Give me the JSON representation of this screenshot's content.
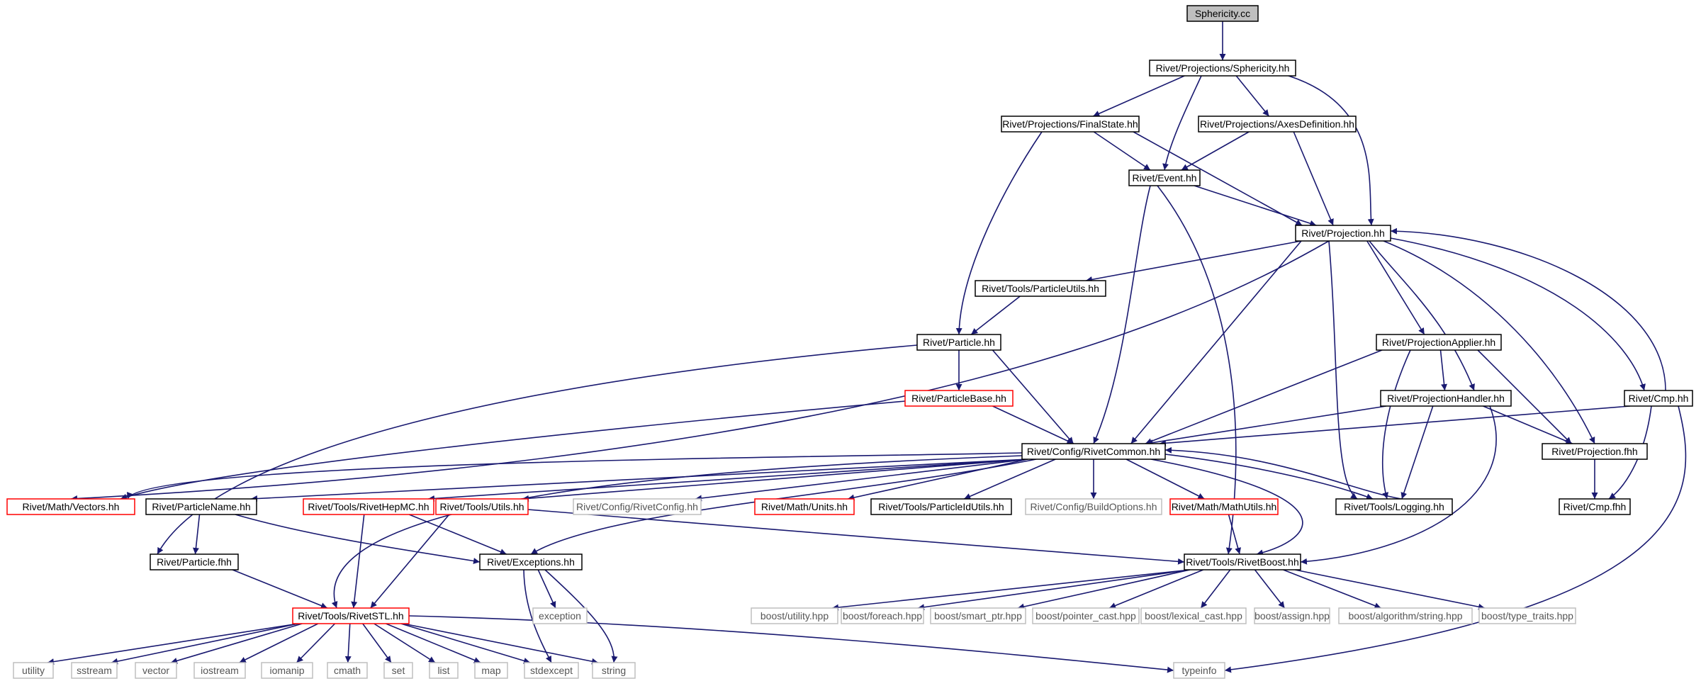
{
  "diagram": {
    "colors": {
      "edge": "#191970",
      "current_fill": "#bfbfbf",
      "normal_border": "#000000",
      "truncated_border": "#ff0000",
      "external_border": "#bfbfbf",
      "external_text": "#555555"
    },
    "nodes": [
      {
        "id": "sphericity_cc",
        "label": "Sphericity.cc",
        "kind": "current"
      },
      {
        "id": "proj_sphericity",
        "label": "Rivet/Projections/Sphericity.hh",
        "kind": "normal"
      },
      {
        "id": "proj_finalstate",
        "label": "Rivet/Projections/FinalState.hh",
        "kind": "normal"
      },
      {
        "id": "proj_axesdef",
        "label": "Rivet/Projections/AxesDefinition.hh",
        "kind": "normal"
      },
      {
        "id": "event",
        "label": "Rivet/Event.hh",
        "kind": "normal"
      },
      {
        "id": "projection",
        "label": "Rivet/Projection.hh",
        "kind": "normal"
      },
      {
        "id": "particleutils",
        "label": "Rivet/Tools/ParticleUtils.hh",
        "kind": "normal"
      },
      {
        "id": "particle",
        "label": "Rivet/Particle.hh",
        "kind": "normal"
      },
      {
        "id": "projapplier",
        "label": "Rivet/ProjectionApplier.hh",
        "kind": "normal"
      },
      {
        "id": "particlebase",
        "label": "Rivet/ParticleBase.hh",
        "kind": "truncated"
      },
      {
        "id": "projhandler",
        "label": "Rivet/ProjectionHandler.hh",
        "kind": "normal"
      },
      {
        "id": "cmp",
        "label": "Rivet/Cmp.hh",
        "kind": "normal"
      },
      {
        "id": "rivetcommon",
        "label": "Rivet/Config/RivetCommon.hh",
        "kind": "normal"
      },
      {
        "id": "projfhh",
        "label": "Rivet/Projection.fhh",
        "kind": "normal"
      },
      {
        "id": "vectors",
        "label": "Rivet/Math/Vectors.hh",
        "kind": "truncated"
      },
      {
        "id": "particlename",
        "label": "Rivet/ParticleName.hh",
        "kind": "normal"
      },
      {
        "id": "rivethepmc",
        "label": "Rivet/Tools/RivetHepMC.hh",
        "kind": "truncated"
      },
      {
        "id": "utils",
        "label": "Rivet/Tools/Utils.hh",
        "kind": "truncated"
      },
      {
        "id": "rivetconfig",
        "label": "Rivet/Config/RivetConfig.hh",
        "kind": "external"
      },
      {
        "id": "units",
        "label": "Rivet/Math/Units.hh",
        "kind": "truncated"
      },
      {
        "id": "particleidutils",
        "label": "Rivet/Tools/ParticleIdUtils.hh",
        "kind": "normal"
      },
      {
        "id": "buildoptions",
        "label": "Rivet/Config/BuildOptions.hh",
        "kind": "external"
      },
      {
        "id": "mathutils",
        "label": "Rivet/Math/MathUtils.hh",
        "kind": "truncated"
      },
      {
        "id": "logging",
        "label": "Rivet/Tools/Logging.hh",
        "kind": "normal"
      },
      {
        "id": "cmpfhh",
        "label": "Rivet/Cmp.fhh",
        "kind": "normal"
      },
      {
        "id": "particlefhh",
        "label": "Rivet/Particle.fhh",
        "kind": "normal"
      },
      {
        "id": "exceptions",
        "label": "Rivet/Exceptions.hh",
        "kind": "normal"
      },
      {
        "id": "rivetboost",
        "label": "Rivet/Tools/RivetBoost.hh",
        "kind": "normal"
      },
      {
        "id": "rivetstl",
        "label": "Rivet/Tools/RivetSTL.hh",
        "kind": "truncated"
      },
      {
        "id": "exception",
        "label": "exception",
        "kind": "external"
      },
      {
        "id": "boost_utility",
        "label": "boost/utility.hpp",
        "kind": "external"
      },
      {
        "id": "boost_foreach",
        "label": "boost/foreach.hpp",
        "kind": "external"
      },
      {
        "id": "boost_smartptr",
        "label": "boost/smart_ptr.hpp",
        "kind": "external"
      },
      {
        "id": "boost_pointercast",
        "label": "boost/pointer_cast.hpp",
        "kind": "external"
      },
      {
        "id": "boost_lexicalcast",
        "label": "boost/lexical_cast.hpp",
        "kind": "external"
      },
      {
        "id": "boost_assign",
        "label": "boost/assign.hpp",
        "kind": "external"
      },
      {
        "id": "boost_algostring",
        "label": "boost/algorithm/string.hpp",
        "kind": "external"
      },
      {
        "id": "boost_typetraits",
        "label": "boost/type_traits.hpp",
        "kind": "external"
      },
      {
        "id": "std_utility",
        "label": "utility",
        "kind": "external"
      },
      {
        "id": "std_sstream",
        "label": "sstream",
        "kind": "external"
      },
      {
        "id": "std_vector",
        "label": "vector",
        "kind": "external"
      },
      {
        "id": "std_iostream",
        "label": "iostream",
        "kind": "external"
      },
      {
        "id": "std_iomanip",
        "label": "iomanip",
        "kind": "external"
      },
      {
        "id": "std_cmath",
        "label": "cmath",
        "kind": "external"
      },
      {
        "id": "std_set",
        "label": "set",
        "kind": "external"
      },
      {
        "id": "std_list",
        "label": "list",
        "kind": "external"
      },
      {
        "id": "std_map",
        "label": "map",
        "kind": "external"
      },
      {
        "id": "std_stdexcept",
        "label": "stdexcept",
        "kind": "external"
      },
      {
        "id": "std_string",
        "label": "string",
        "kind": "external"
      },
      {
        "id": "std_typeinfo",
        "label": "typeinfo",
        "kind": "external"
      }
    ],
    "edges": [
      [
        "sphericity_cc",
        "proj_sphericity"
      ],
      [
        "proj_sphericity",
        "proj_finalstate"
      ],
      [
        "proj_sphericity",
        "event"
      ],
      [
        "proj_sphericity",
        "proj_axesdef"
      ],
      [
        "proj_sphericity",
        "projection"
      ],
      [
        "proj_finalstate",
        "event"
      ],
      [
        "proj_finalstate",
        "projection"
      ],
      [
        "proj_finalstate",
        "particle"
      ],
      [
        "proj_axesdef",
        "event"
      ],
      [
        "proj_axesdef",
        "projection"
      ],
      [
        "event",
        "projection"
      ],
      [
        "event",
        "rivetcommon"
      ],
      [
        "event",
        "rivetboost"
      ],
      [
        "projection",
        "particleutils"
      ],
      [
        "projection",
        "projapplier"
      ],
      [
        "projection",
        "projhandler"
      ],
      [
        "projection",
        "projfhh"
      ],
      [
        "projection",
        "cmp"
      ],
      [
        "projection",
        "rivetcommon"
      ],
      [
        "projection",
        "logging"
      ],
      [
        "projection",
        "vectors"
      ],
      [
        "particleutils",
        "particle"
      ],
      [
        "particle",
        "particlebase"
      ],
      [
        "particle",
        "rivetcommon"
      ],
      [
        "particle",
        "particlefhh"
      ],
      [
        "particlebase",
        "rivetcommon"
      ],
      [
        "particlebase",
        "vectors"
      ],
      [
        "projapplier",
        "rivetcommon"
      ],
      [
        "projapplier",
        "projhandler"
      ],
      [
        "projapplier",
        "projfhh"
      ],
      [
        "projapplier",
        "logging"
      ],
      [
        "projhandler",
        "rivetcommon"
      ],
      [
        "projhandler",
        "projfhh"
      ],
      [
        "projhandler",
        "logging"
      ],
      [
        "projhandler",
        "rivetboost"
      ],
      [
        "cmp",
        "projection"
      ],
      [
        "cmp",
        "rivetcommon"
      ],
      [
        "cmp",
        "cmpfhh"
      ],
      [
        "cmp",
        "std_typeinfo"
      ],
      [
        "projfhh",
        "cmpfhh"
      ],
      [
        "rivetcommon",
        "vectors"
      ],
      [
        "rivetcommon",
        "particlename"
      ],
      [
        "rivetcommon",
        "rivethepmc"
      ],
      [
        "rivetcommon",
        "utils"
      ],
      [
        "rivetcommon",
        "rivetconfig"
      ],
      [
        "rivetcommon",
        "units"
      ],
      [
        "rivetcommon",
        "particleidutils"
      ],
      [
        "rivetcommon",
        "buildoptions"
      ],
      [
        "rivetcommon",
        "mathutils"
      ],
      [
        "rivetcommon",
        "logging"
      ],
      [
        "rivetcommon",
        "rivetboost"
      ],
      [
        "rivetcommon",
        "exceptions"
      ],
      [
        "rivetcommon",
        "rivetstl"
      ],
      [
        "logging",
        "rivetcommon"
      ],
      [
        "particlename",
        "particlefhh"
      ],
      [
        "particlename",
        "exceptions"
      ],
      [
        "rivethepmc",
        "rivetstl"
      ],
      [
        "rivethepmc",
        "exceptions"
      ],
      [
        "utils",
        "rivetstl"
      ],
      [
        "utils",
        "rivetboost"
      ],
      [
        "mathutils",
        "rivetboost"
      ],
      [
        "particlefhh",
        "rivetstl"
      ],
      [
        "exceptions",
        "exception"
      ],
      [
        "exceptions",
        "std_stdexcept"
      ],
      [
        "exceptions",
        "std_string"
      ],
      [
        "rivetboost",
        "boost_utility"
      ],
      [
        "rivetboost",
        "boost_foreach"
      ],
      [
        "rivetboost",
        "boost_smartptr"
      ],
      [
        "rivetboost",
        "boost_pointercast"
      ],
      [
        "rivetboost",
        "boost_lexicalcast"
      ],
      [
        "rivetboost",
        "boost_assign"
      ],
      [
        "rivetboost",
        "boost_algostring"
      ],
      [
        "rivetboost",
        "boost_typetraits"
      ],
      [
        "rivetstl",
        "std_utility"
      ],
      [
        "rivetstl",
        "std_sstream"
      ],
      [
        "rivetstl",
        "std_vector"
      ],
      [
        "rivetstl",
        "std_iostream"
      ],
      [
        "rivetstl",
        "std_iomanip"
      ],
      [
        "rivetstl",
        "std_cmath"
      ],
      [
        "rivetstl",
        "std_set"
      ],
      [
        "rivetstl",
        "std_list"
      ],
      [
        "rivetstl",
        "std_map"
      ],
      [
        "rivetstl",
        "std_stdexcept"
      ],
      [
        "rivetstl",
        "std_string"
      ],
      [
        "rivetstl",
        "std_typeinfo"
      ]
    ]
  }
}
